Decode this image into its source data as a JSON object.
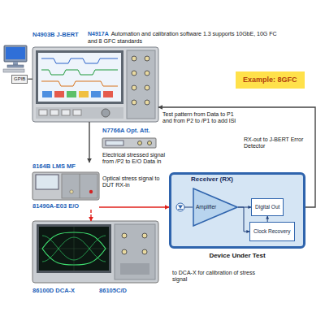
{
  "diagram": {
    "nodes": [
      {
        "text": [
          "N4903B J-BERT"
        ]
      },
      {
        "text": [
          "Example: 8GFC"
        ]
      },
      {
        "text": [
          "GPIB"
        ]
      },
      {
        "text": [
          "N7766A Opt. Att."
        ]
      },
      {
        "text": [
          "8164B LMS MF",
          "81490A-E03 E/O"
        ]
      },
      {
        "text": [
          "Receiver (RX)",
          "Device Under Test"
        ]
      },
      {
        "text": [
          "Amplifier"
        ],
        "in": 5
      },
      {
        "text": [
          "Digital Out"
        ],
        "in": 5
      },
      {
        "text": [
          "Clock Recovery"
        ],
        "in": 5
      },
      {
        "text": [
          "86100D DCA-X",
          "86105C/D"
        ]
      }
    ],
    "edges": [
      {
        "from": 0,
        "to": 4,
        "arrow": "to"
      },
      {
        "from": 4,
        "to": 5,
        "arrow": "to"
      },
      {
        "from": 4,
        "to": 9,
        "arrow": "to"
      },
      {
        "from": 5,
        "to": 0,
        "arrow": "to"
      },
      {
        "from": 6,
        "to": 7,
        "arrow": "to"
      },
      {
        "from": 6,
        "to": 8,
        "arrow": "to"
      },
      {
        "from": 8,
        "to": 7,
        "arrow": "to"
      },
      {
        "from": 2,
        "to": 0,
        "arrow": "none"
      }
    ],
    "labels": [
      "N4917A",
      "Automation and calibration software 1.3 supports 10GbE, 10G FC and 8 GFC standards",
      "Test pattern from Data to P1 and from P2 to /P1 to add ISI",
      "Electrical stressed signal from /P2 to E/O Data in",
      "Optical stress signal to DUT RX-in",
      "RX-out to J-BERT Error Detector",
      "to DCA-X for calibration of stress signal"
    ]
  }
}
